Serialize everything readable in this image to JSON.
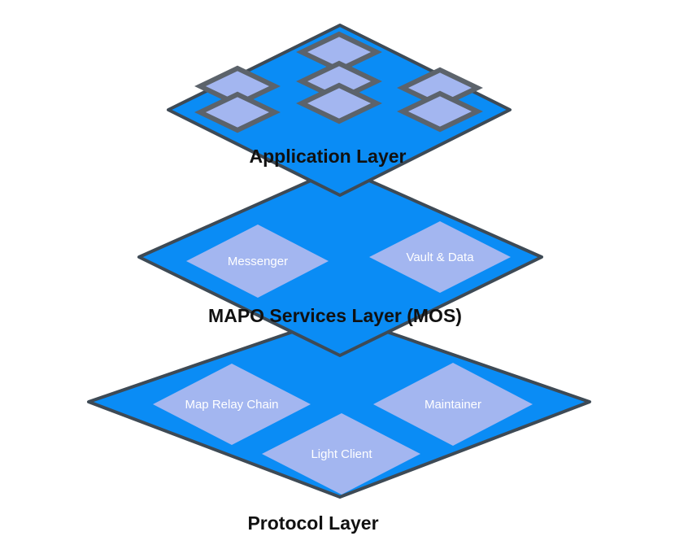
{
  "diagram": {
    "colors": {
      "layer_fill": "#0a8cf5",
      "layer_stroke": "#3e4a55",
      "box_fill": "#a3b6f0",
      "tile_stroke": "#5c636b",
      "title_color": "#111111",
      "label_color": "#ffffff"
    },
    "layers": [
      {
        "title": "Application Layer",
        "boxes": []
      },
      {
        "title": "MAPO Services Layer (MOS)",
        "boxes": [
          "Messenger",
          "Vault & Data"
        ]
      },
      {
        "title": "Protocol Layer",
        "boxes": [
          "Map Relay Chain",
          "Light Client",
          "Maintainer"
        ]
      }
    ]
  }
}
